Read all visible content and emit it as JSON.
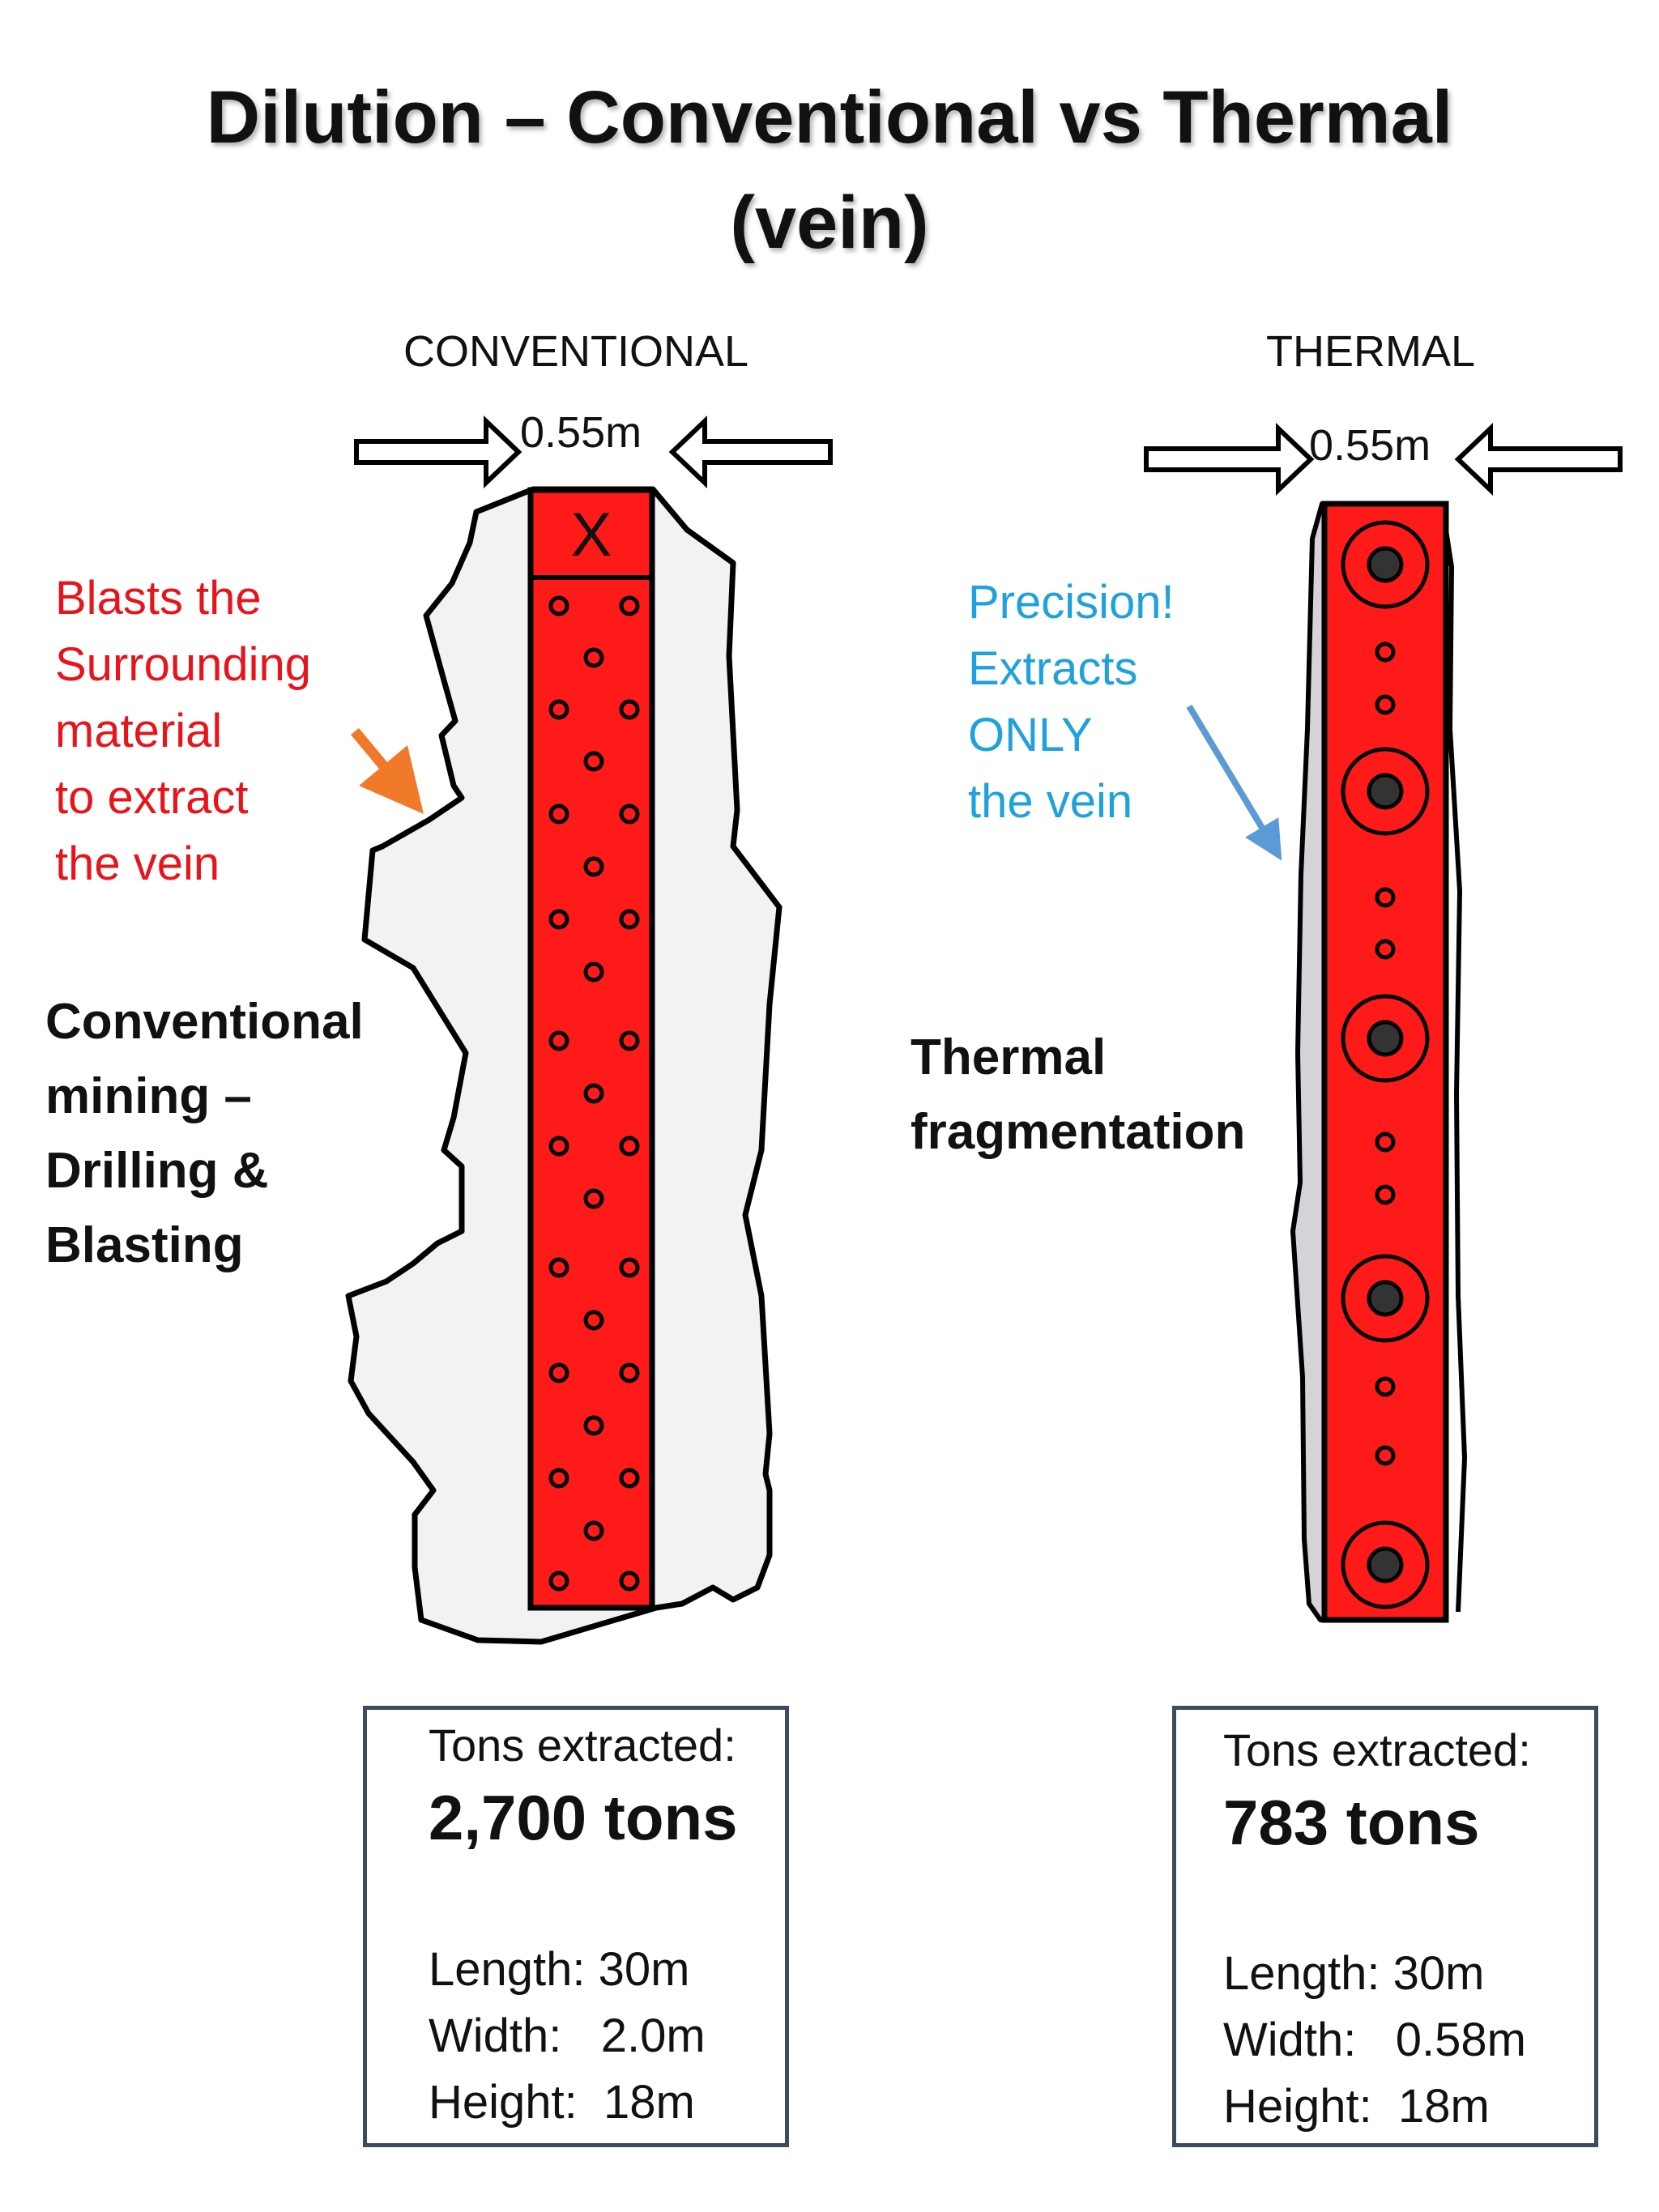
{
  "title": {
    "line1": "Dilution – Conventional vs Thermal",
    "line2": "(vein)"
  },
  "conventional": {
    "heading": "CONVENTIONAL",
    "width_label": "0.55m",
    "charge_mark": "X",
    "note_lines": [
      "Blasts the",
      "Surrounding",
      "material",
      "to extract",
      "the vein"
    ],
    "method_lines": [
      "Conventional",
      "mining –",
      "Drilling &",
      "Blasting"
    ],
    "box": {
      "tons_label": "Tons extracted:",
      "tons_value": "2,700 tons",
      "length": "Length: 30m",
      "width": "Width:   2.0m",
      "height": "Height:  18m"
    }
  },
  "thermal": {
    "heading": "THERMAL",
    "width_label": "0.55m",
    "note_lines": [
      "Precision!",
      "Extracts",
      "ONLY",
      "the vein"
    ],
    "method_lines": [
      "Thermal",
      "fragmentation"
    ],
    "box": {
      "tons_label": "Tons extracted:",
      "tons_value": "783 tons",
      "length": "Length: 30m",
      "width": "Width:   0.58m",
      "height": "Height:  18m"
    }
  },
  "colors": {
    "vein_red": "#ff1a1a",
    "rock_grey": "#f2f2f4",
    "note_red": "#e8141c",
    "note_blue": "#1fa2dc",
    "arrow_orange": "#f07a2a",
    "arrow_blue": "#5b9bd5",
    "box_border": "#3f4a5e"
  }
}
